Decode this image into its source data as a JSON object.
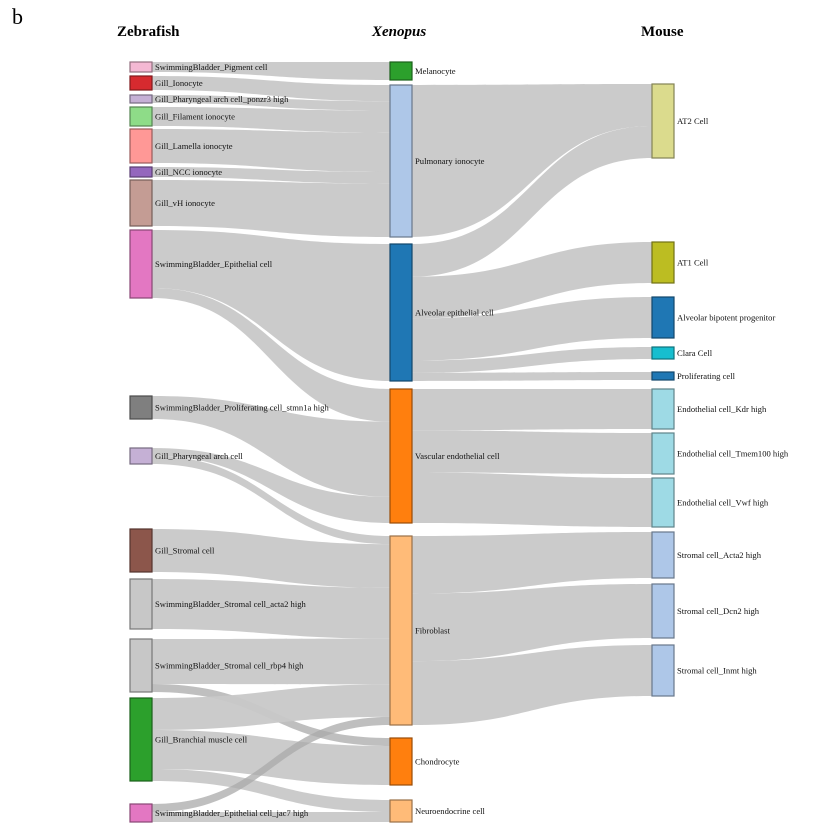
{
  "panel_label": "b",
  "columns": [
    {
      "id": "zebrafish",
      "title": "Zebrafish"
    },
    {
      "id": "xenopus",
      "title": "Xenopus"
    },
    {
      "id": "mouse",
      "title": "Mouse"
    }
  ],
  "chart_data": {
    "type": "sankey",
    "title": "",
    "value_units": "relative flow magnitude (estimated)",
    "nodes": [
      {
        "id": "zf_pigment",
        "column": "zebrafish",
        "label": "SwimmingBladder_Pigment cell",
        "color": "#f4b8d3",
        "value": 10
      },
      {
        "id": "zf_ionocyte",
        "column": "zebrafish",
        "label": "Gill_Ionocyte",
        "color": "#d62a2f",
        "value": 14
      },
      {
        "id": "zf_phar_ponzr3",
        "column": "zebrafish",
        "label": "Gill_Pharyngeal arch cell_ponzr3 high",
        "color": "#c5b0d5",
        "value": 8
      },
      {
        "id": "zf_filament",
        "column": "zebrafish",
        "label": "Gill_Filament ionocyte",
        "color": "#8edc88",
        "value": 19
      },
      {
        "id": "zf_lamella",
        "column": "zebrafish",
        "label": "Gill_Lamella ionocyte",
        "color": "#ff9896",
        "value": 34
      },
      {
        "id": "zf_ncc",
        "column": "zebrafish",
        "label": "Gill_NCC ionocyte",
        "color": "#9467bd",
        "value": 10
      },
      {
        "id": "zf_vh",
        "column": "zebrafish",
        "label": "Gill_vH ionocyte",
        "color": "#c49c94",
        "value": 46
      },
      {
        "id": "zf_sb_epi",
        "column": "zebrafish",
        "label": "SwimmingBladder_Epithelial cell",
        "color": "#e377c2",
        "value": 68
      },
      {
        "id": "zf_sb_prolif",
        "column": "zebrafish",
        "label": "SwimmingBladder_Proliferating cell_stmn1a high",
        "color": "#7f7f7f",
        "value": 23
      },
      {
        "id": "zf_phar",
        "column": "zebrafish",
        "label": "Gill_Pharyngeal arch cell",
        "color": "#c5b0d5",
        "value": 16
      },
      {
        "id": "zf_stromal",
        "column": "zebrafish",
        "label": "Gill_Stromal cell",
        "color": "#8c564b",
        "value": 43
      },
      {
        "id": "zf_sb_acta2",
        "column": "zebrafish",
        "label": "SwimmingBladder_Stromal cell_acta2 high",
        "color": "#c7c7c7",
        "value": 50
      },
      {
        "id": "zf_sb_rbp4",
        "column": "zebrafish",
        "label": "SwimmingBladder_Stromal cell_rbp4 high",
        "color": "#c7c7c7",
        "value": 53
      },
      {
        "id": "zf_branchial",
        "column": "zebrafish",
        "label": "Gill_Branchial muscle cell",
        "color": "#2ca02c",
        "value": 83
      },
      {
        "id": "zf_sb_jac7",
        "column": "zebrafish",
        "label": "SwimmingBladder_Epithelial cell_jac7 high",
        "color": "#e377c2",
        "value": 18
      },
      {
        "id": "xe_melanocyte",
        "column": "xenopus",
        "label": "Melanocyte",
        "color": "#2ca02c",
        "value": 18
      },
      {
        "id": "xe_pulmonary",
        "column": "xenopus",
        "label": "Pulmonary ionocyte",
        "color": "#aec7e8",
        "value": 152
      },
      {
        "id": "xe_alveolar",
        "column": "xenopus",
        "label": "Alveolar epithelial cell",
        "color": "#1f77b4",
        "value": 137
      },
      {
        "id": "xe_vascular",
        "column": "xenopus",
        "label": "Vascular endothelial cell",
        "color": "#ff7f0e",
        "value": 134
      },
      {
        "id": "xe_fibroblast",
        "column": "xenopus",
        "label": "Fibroblast",
        "color": "#ffbb78",
        "value": 189
      },
      {
        "id": "xe_chondrocyte",
        "column": "xenopus",
        "label": "Chondrocyte",
        "color": "#ff7f0e",
        "value": 47
      },
      {
        "id": "xe_neuroendo",
        "column": "xenopus",
        "label": "Neuroendocrine cell",
        "color": "#ffbb78",
        "value": 22
      },
      {
        "id": "mm_at2",
        "column": "mouse",
        "label": "AT2 Cell",
        "color": "#dbdb8d",
        "value": 74
      },
      {
        "id": "mm_at1",
        "column": "mouse",
        "label": "AT1 Cell",
        "color": "#bcbd22",
        "value": 41
      },
      {
        "id": "mm_bipotent",
        "column": "mouse",
        "label": "Alveolar bipotent progenitor",
        "color": "#1f77b4",
        "value": 41
      },
      {
        "id": "mm_clara",
        "column": "mouse",
        "label": "Clara Cell",
        "color": "#17becf",
        "value": 12
      },
      {
        "id": "mm_prolif",
        "column": "mouse",
        "label": "Proliferating cell",
        "color": "#1f77b4",
        "value": 8
      },
      {
        "id": "mm_endo_kdr",
        "column": "mouse",
        "label": "Endothelial cell_Kdr high",
        "color": "#9edae5",
        "value": 40
      },
      {
        "id": "mm_endo_tmem100",
        "column": "mouse",
        "label": "Endothelial cell_Tmem100 high",
        "color": "#9edae5",
        "value": 41
      },
      {
        "id": "mm_endo_vwf",
        "column": "mouse",
        "label": "Endothelial cell_Vwf high",
        "color": "#9edae5",
        "value": 49
      },
      {
        "id": "mm_str_acta2",
        "column": "mouse",
        "label": "Stromal cell_Acta2 high",
        "color": "#aec7e8",
        "value": 46
      },
      {
        "id": "mm_str_dcn2",
        "column": "mouse",
        "label": "Stromal cell_Dcn2 high",
        "color": "#aec7e8",
        "value": 54
      },
      {
        "id": "mm_str_inmt",
        "column": "mouse",
        "label": "Stromal cell_Inmt high",
        "color": "#aec7e8",
        "value": 51
      }
    ],
    "links": [
      {
        "source": "zf_pigment",
        "target": "xe_melanocyte",
        "value": 10
      },
      {
        "source": "zf_ionocyte",
        "target": "xe_pulmonary",
        "value": 14
      },
      {
        "source": "zf_phar_ponzr3",
        "target": "xe_pulmonary",
        "value": 8
      },
      {
        "source": "zf_filament",
        "target": "xe_pulmonary",
        "value": 19
      },
      {
        "source": "zf_lamella",
        "target": "xe_pulmonary",
        "value": 34
      },
      {
        "source": "zf_ncc",
        "target": "xe_pulmonary",
        "value": 10
      },
      {
        "source": "zf_vh",
        "target": "xe_pulmonary",
        "value": 46
      },
      {
        "source": "zf_sb_epi",
        "target": "xe_alveolar",
        "value": 58
      },
      {
        "source": "zf_sb_epi",
        "target": "xe_vascular",
        "value": 10
      },
      {
        "source": "zf_sb_prolif",
        "target": "xe_vascular",
        "value": 23
      },
      {
        "source": "zf_phar",
        "target": "xe_vascular",
        "value": 8
      },
      {
        "source": "zf_phar",
        "target": "xe_fibroblast",
        "value": 8
      },
      {
        "source": "zf_stromal",
        "target": "xe_fibroblast",
        "value": 43
      },
      {
        "source": "zf_sb_acta2",
        "target": "xe_fibroblast",
        "value": 50
      },
      {
        "source": "zf_sb_rbp4",
        "target": "xe_fibroblast",
        "value": 45
      },
      {
        "source": "zf_sb_rbp4",
        "target": "xe_chondrocyte",
        "value": 8
      },
      {
        "source": "zf_branchial",
        "target": "xe_fibroblast",
        "value": 32
      },
      {
        "source": "zf_branchial",
        "target": "xe_chondrocyte",
        "value": 39
      },
      {
        "source": "zf_branchial",
        "target": "xe_neuroendo",
        "value": 12
      },
      {
        "source": "zf_sb_jac7",
        "target": "xe_fibroblast",
        "value": 8
      },
      {
        "source": "zf_sb_jac7",
        "target": "xe_neuroendo",
        "value": 10
      },
      {
        "source": "xe_pulmonary",
        "target": "mm_at2",
        "value": 42
      },
      {
        "source": "xe_alveolar",
        "target": "mm_at2",
        "value": 32
      },
      {
        "source": "xe_alveolar",
        "target": "mm_at1",
        "value": 41
      },
      {
        "source": "xe_alveolar",
        "target": "mm_bipotent",
        "value": 41
      },
      {
        "source": "xe_alveolar",
        "target": "mm_clara",
        "value": 12
      },
      {
        "source": "xe_alveolar",
        "target": "mm_prolif",
        "value": 8
      },
      {
        "source": "xe_vascular",
        "target": "mm_endo_kdr",
        "value": 40
      },
      {
        "source": "xe_vascular",
        "target": "mm_endo_tmem100",
        "value": 41
      },
      {
        "source": "xe_vascular",
        "target": "mm_endo_vwf",
        "value": 49
      },
      {
        "source": "xe_fibroblast",
        "target": "mm_str_acta2",
        "value": 46
      },
      {
        "source": "xe_fibroblast",
        "target": "mm_str_dcn2",
        "value": 54
      },
      {
        "source": "xe_fibroblast",
        "target": "mm_str_inmt",
        "value": 51
      }
    ]
  }
}
